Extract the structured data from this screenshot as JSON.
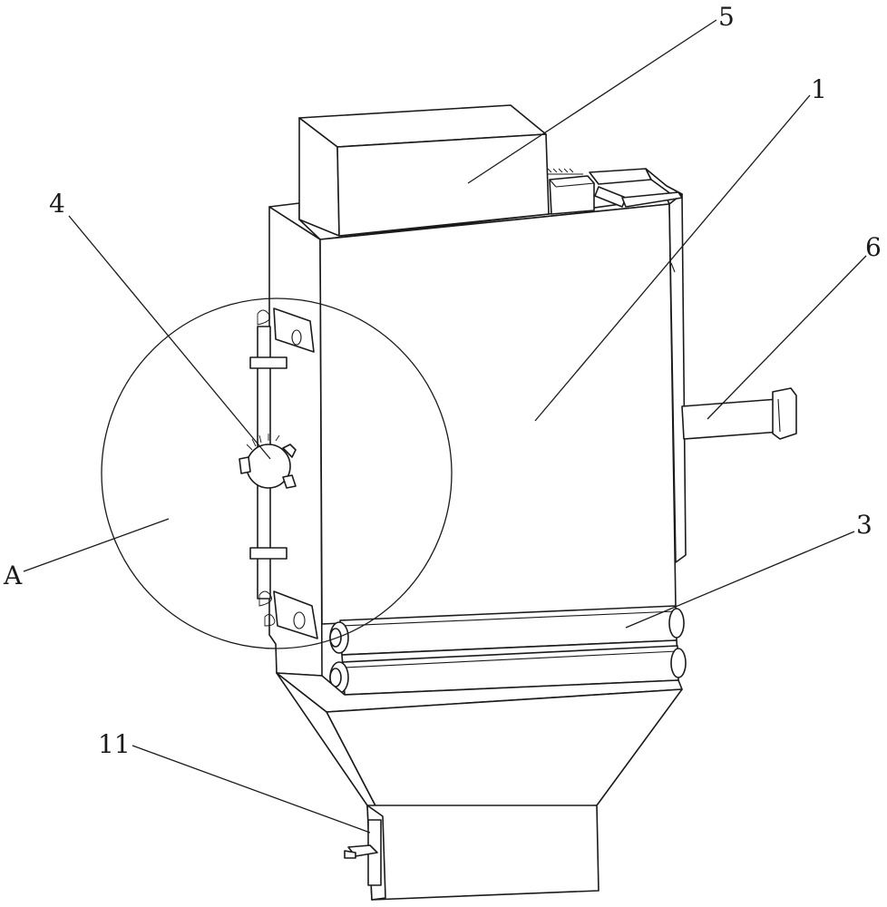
{
  "labels": {
    "part_1": "1",
    "part_3": "3",
    "part_4": "4",
    "part_5": "5",
    "part_6": "6",
    "part_11": "11",
    "detail_a": "A"
  },
  "colors": {
    "line": "#1a1a1a",
    "background": "#ffffff"
  }
}
